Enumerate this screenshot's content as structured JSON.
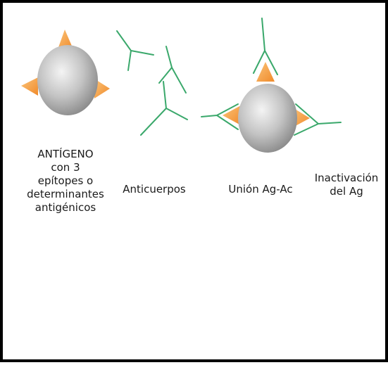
{
  "colors": {
    "epitope": "#f39a3c",
    "epitope_light": "#fbc47a",
    "antibody": "#3aa86b",
    "antigen_light": "#f4f4f4",
    "antigen_dark": "#8c8c8c",
    "border": "#000000"
  },
  "labels": {
    "antigen": [
      "ANTÍGENO",
      "con 3",
      "epítopes o",
      "determinantes",
      "antigénicos"
    ],
    "antibodies": "Anticuerpos",
    "binding": "Unión Ag-Ac",
    "inactivation": [
      "Inactivación",
      "del Ag"
    ]
  }
}
